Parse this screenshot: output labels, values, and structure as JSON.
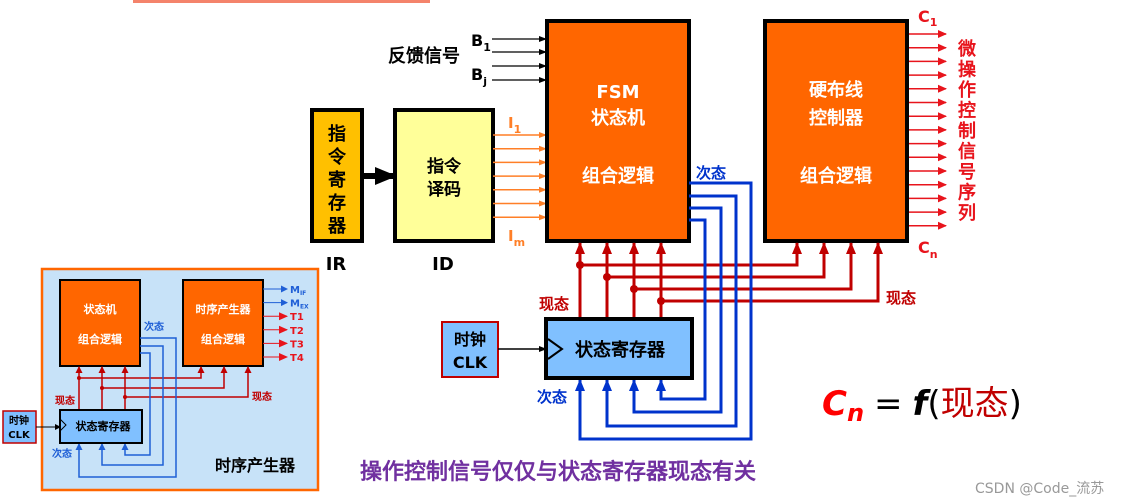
{
  "colors": {
    "orange_box": "#ff6600",
    "ir_box": "#ffc000",
    "id_box": "#ffff99",
    "register_box": "#80c0ff",
    "current_state": "#c00000",
    "next_state": "#0033cc",
    "control_signals": "#ff0000",
    "instruction_lines": "#ff7f27",
    "caption": "#7030a0",
    "inset_bg": "#c7e2f8"
  },
  "main": {
    "ir": {
      "text": [
        "指",
        "令",
        "寄",
        "存",
        "器"
      ],
      "label": "IR"
    },
    "id": {
      "line1": "指令",
      "line2": "译码",
      "label": "ID"
    },
    "feedback": {
      "label": "反馈信号",
      "b1": "B",
      "b1_sub": "1",
      "bj": "B",
      "bj_sub": "j"
    },
    "instr_lines": {
      "i1": "I",
      "i1_sub": "1",
      "im": "I",
      "im_sub": "m"
    },
    "fsm": {
      "line1": "FSM",
      "line2": "状态机",
      "line3": "组合逻辑"
    },
    "next_state_label": "次态",
    "hardwired": {
      "line1": "硬布线",
      "line2": "控制器",
      "line3": "组合逻辑"
    },
    "outputs": {
      "c1": "C",
      "c1_sub": "1",
      "cn": "C",
      "cn_sub": "n",
      "vertical_label": [
        "微",
        "操",
        "作",
        "控",
        "制",
        "信",
        "号",
        "序",
        "列"
      ]
    },
    "current_state_label_left": "现态",
    "current_state_label_right": "现态",
    "state_register": "状态寄存器",
    "clock": {
      "line1": "时钟",
      "line2": "CLK"
    },
    "next_state_label_bottom": "次态",
    "formula": {
      "c": "C",
      "n": "n",
      "eq": "=",
      "f": "f",
      "open": "(",
      "arg": "现态",
      "close": ")"
    },
    "caption": "操作控制信号仅仅与状态寄存器现态有关",
    "watermark": "CSDN @Code_流苏"
  },
  "inset": {
    "fsm": {
      "line1": "状态机",
      "line2": "组合逻辑"
    },
    "timing": {
      "line1": "时序产生器",
      "line2": "组合逻辑"
    },
    "outputs": [
      {
        "main": "M",
        "sub": "IF",
        "color": "#1f5fd6"
      },
      {
        "main": "M",
        "sub": "EX",
        "color": "#1f5fd6"
      },
      {
        "main": "T1",
        "sub": "",
        "color": "#e8141c"
      },
      {
        "main": "T2",
        "sub": "",
        "color": "#e8141c"
      },
      {
        "main": "T3",
        "sub": "",
        "color": "#e8141c"
      },
      {
        "main": "T4",
        "sub": "",
        "color": "#e8141c"
      }
    ],
    "next_state_top": "次态",
    "current_state_left": "现态",
    "current_state_right": "现态",
    "state_register": "状态寄存器",
    "clock": {
      "line1": "时钟",
      "line2": "CLK"
    },
    "next_state_bottom": "次态",
    "title": "时序产生器"
  }
}
